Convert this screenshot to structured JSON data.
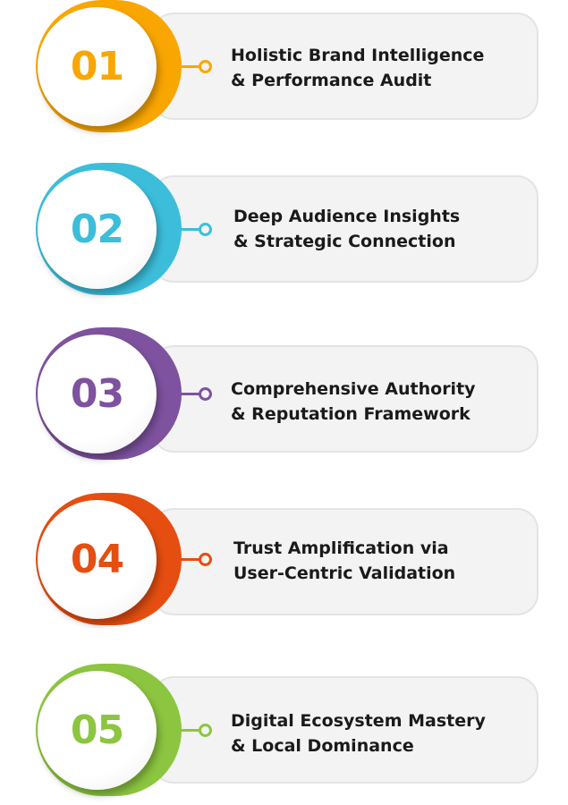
{
  "steps": [
    {
      "number": "01",
      "color": "#f9a602",
      "line1": "Holistic Brand Intelligence",
      "line2": "& Performance Audit"
    },
    {
      "number": "02",
      "color": "#3cbedb",
      "line1": "Deep Audience Insights",
      "line2": "& Strategic Connection"
    },
    {
      "number": "03",
      "color": "#7e529f",
      "line1": "Comprehensive Authority",
      "line2": "& Reputation Framework"
    },
    {
      "number": "04",
      "color": "#e54e10",
      "line1": "Trust Amplification via",
      "line2": "User-Centric Validation"
    },
    {
      "number": "05",
      "color": "#8cc540",
      "line1": "Digital Ecosystem Mastery",
      "line2": "& Local Dominance"
    }
  ]
}
